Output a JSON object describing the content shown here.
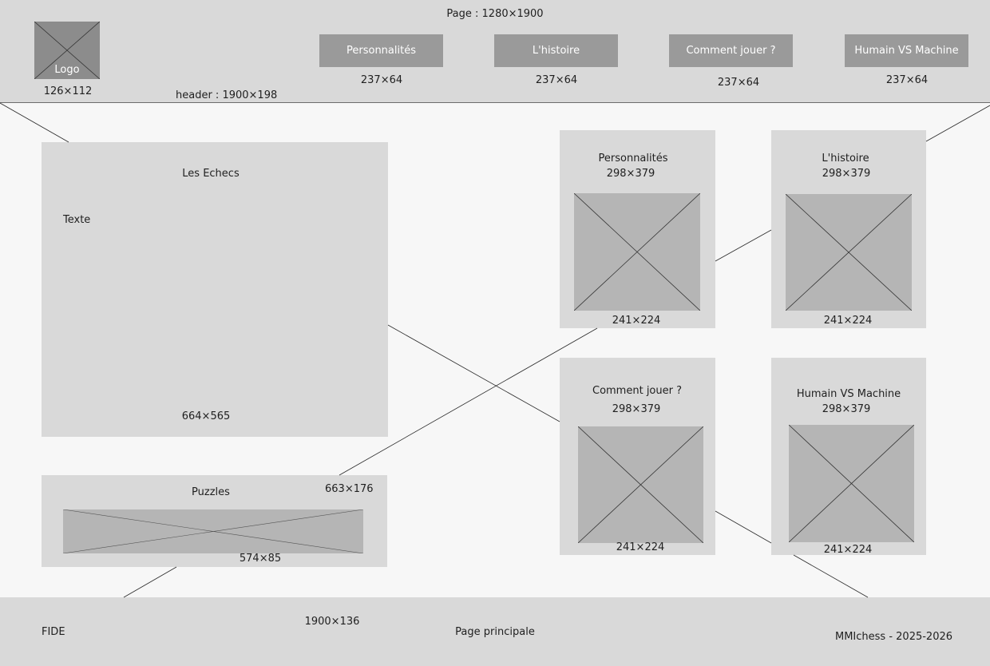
{
  "page": {
    "size_label": "Page : 1280×1900"
  },
  "header": {
    "size_label": "header : 1900×198",
    "logo": {
      "text": "Logo",
      "size": "126×112"
    },
    "nav": [
      {
        "label": "Personnalités",
        "size": "237×64"
      },
      {
        "label": "L'histoire",
        "size": "237×64"
      },
      {
        "label": "Comment jouer ?",
        "size": "237×64"
      },
      {
        "label": "Humain VS Machine",
        "size": "237×64"
      }
    ]
  },
  "main": {
    "intro": {
      "title": "Les Echecs",
      "text": "Texte",
      "size": "664×565"
    },
    "puzzles": {
      "title": "Puzzles",
      "size": "663×176",
      "image_size": "574×85"
    },
    "cards": [
      {
        "title": "Personnalités",
        "size": "298×379",
        "image_size": "241×224"
      },
      {
        "title": "L'histoire",
        "size": "298×379",
        "image_size": "241×224"
      },
      {
        "title": "Comment jouer ?",
        "size": "298×379",
        "image_size": "241×224"
      },
      {
        "title": "Humain VS Machine",
        "size": "298×379",
        "image_size": "241×224"
      }
    ]
  },
  "footer": {
    "left": "FIDE",
    "size_label": "1900×136",
    "center": "Page principale",
    "right": "MMIchess - 2025-2026"
  }
}
